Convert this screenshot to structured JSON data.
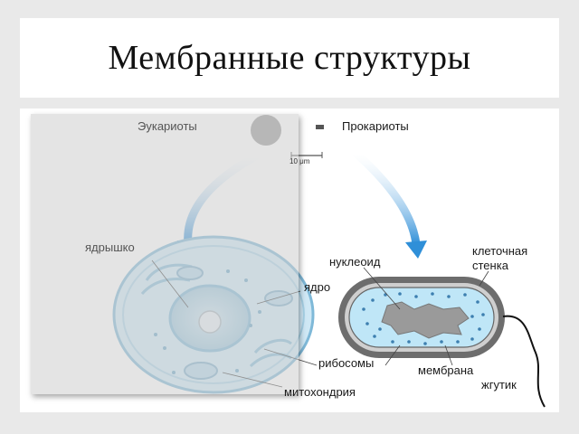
{
  "slide": {
    "title": "Мембранные структуры"
  },
  "diagram": {
    "eukaryotes_label": "Эукариоты",
    "prokaryotes_label": "Прокариоты",
    "scale_label": "10 μm",
    "labels": {
      "nucleolus": "ядрышко",
      "nucleus": "ядро",
      "ribosomes": "рибосомы",
      "mitochondrion": "митохондрия",
      "nucleoid": "нуклеоид",
      "cell_wall_line1": "клеточная",
      "cell_wall_line2": "стенка",
      "membrane": "мембрана",
      "flagellum": "жгутик"
    },
    "colors": {
      "arrow": "#2f8fd8",
      "cytoplasm": "#bfe6f7",
      "cell_wall": "#6d6d6d",
      "nucleoid": "#9a9a9a"
    }
  }
}
